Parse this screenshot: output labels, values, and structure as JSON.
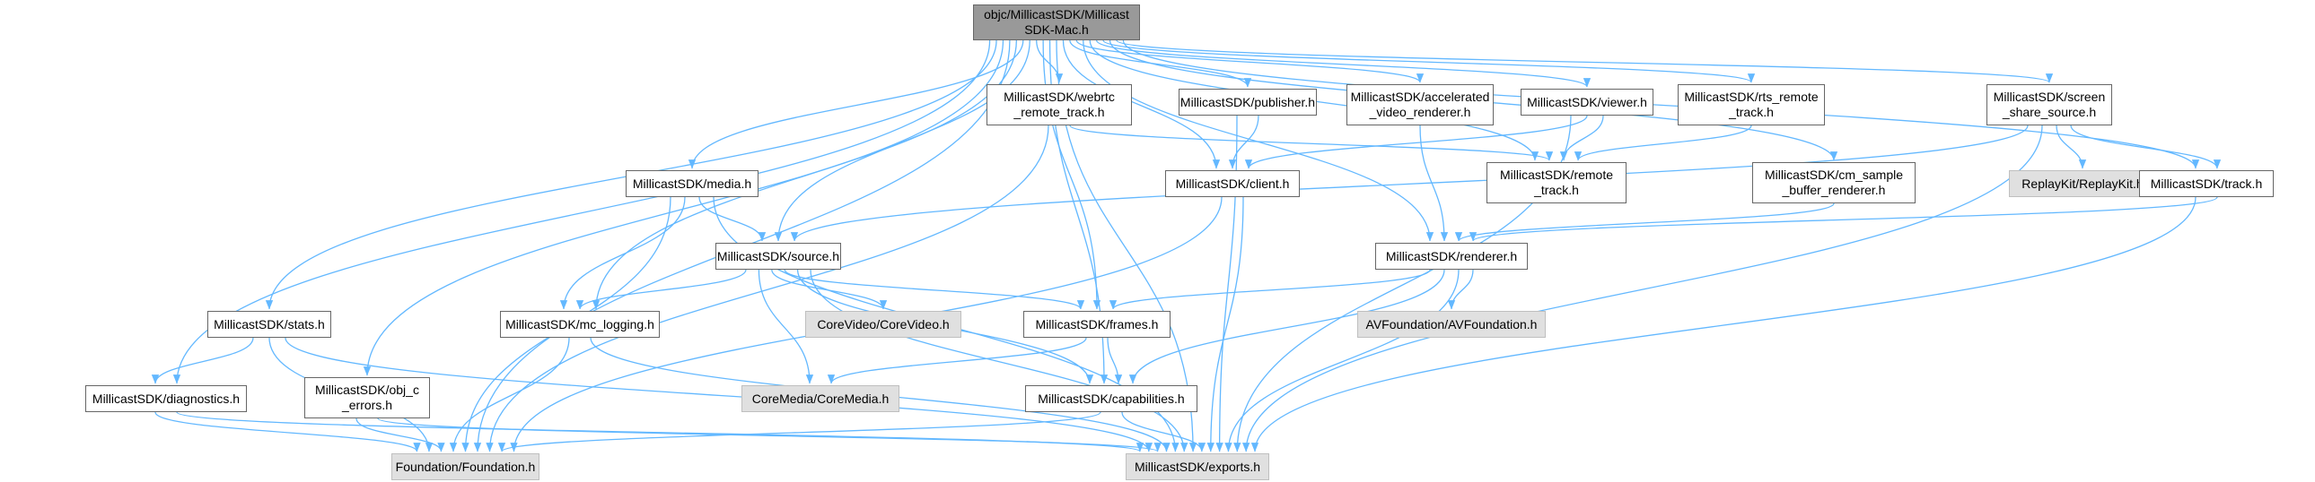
{
  "diagram": {
    "type": "include-dependency-graph",
    "edge_color": "#63b8ff",
    "colors": {
      "root_fill": "#999999",
      "ext_fill": "#e0e0e0",
      "node_border": "#666666"
    },
    "nodes": [
      {
        "id": "root",
        "label": "objc/MillicastSDK/Millicast\nSDK-Mac.h",
        "style": "root"
      },
      {
        "id": "webrtc",
        "label": "MillicastSDK/webrtc\n_remote_track.h",
        "style": "normal"
      },
      {
        "id": "publisher",
        "label": "MillicastSDK/publisher.h",
        "style": "normal"
      },
      {
        "id": "accel",
        "label": "MillicastSDK/accelerated\n_video_renderer.h",
        "style": "normal"
      },
      {
        "id": "viewer",
        "label": "MillicastSDK/viewer.h",
        "style": "normal"
      },
      {
        "id": "rts",
        "label": "MillicastSDK/rts_remote\n_track.h",
        "style": "normal"
      },
      {
        "id": "screen",
        "label": "MillicastSDK/screen\n_share_source.h",
        "style": "normal"
      },
      {
        "id": "media",
        "label": "MillicastSDK/media.h",
        "style": "normal"
      },
      {
        "id": "client",
        "label": "MillicastSDK/client.h",
        "style": "normal"
      },
      {
        "id": "remote",
        "label": "MillicastSDK/remote\n_track.h",
        "style": "normal"
      },
      {
        "id": "cmsample",
        "label": "MillicastSDK/cm_sample\n_buffer_renderer.h",
        "style": "normal"
      },
      {
        "id": "replaykit",
        "label": "ReplayKit/ReplayKit.h",
        "style": "ext"
      },
      {
        "id": "track",
        "label": "MillicastSDK/track.h",
        "style": "normal"
      },
      {
        "id": "source",
        "label": "MillicastSDK/source.h",
        "style": "normal"
      },
      {
        "id": "renderer",
        "label": "MillicastSDK/renderer.h",
        "style": "normal"
      },
      {
        "id": "stats",
        "label": "MillicastSDK/stats.h",
        "style": "normal"
      },
      {
        "id": "mclog",
        "label": "MillicastSDK/mc_logging.h",
        "style": "normal"
      },
      {
        "id": "corevideo",
        "label": "CoreVideo/CoreVideo.h",
        "style": "ext"
      },
      {
        "id": "frames",
        "label": "MillicastSDK/frames.h",
        "style": "normal"
      },
      {
        "id": "avf",
        "label": "AVFoundation/AVFoundation.h",
        "style": "ext"
      },
      {
        "id": "diagnostics",
        "label": "MillicastSDK/diagnostics.h",
        "style": "normal"
      },
      {
        "id": "objc_errors",
        "label": "MillicastSDK/obj_c\n_errors.h",
        "style": "normal"
      },
      {
        "id": "coremedia",
        "label": "CoreMedia/CoreMedia.h",
        "style": "ext"
      },
      {
        "id": "capabilities",
        "label": "MillicastSDK/capabilities.h",
        "style": "normal"
      },
      {
        "id": "foundation",
        "label": "Foundation/Foundation.h",
        "style": "ext"
      },
      {
        "id": "exports",
        "label": "MillicastSDK/exports.h",
        "style": "ext"
      }
    ],
    "edges": [
      [
        "root",
        "webrtc"
      ],
      [
        "root",
        "publisher"
      ],
      [
        "root",
        "accel"
      ],
      [
        "root",
        "viewer"
      ],
      [
        "root",
        "rts"
      ],
      [
        "root",
        "screen"
      ],
      [
        "root",
        "media"
      ],
      [
        "root",
        "client"
      ],
      [
        "root",
        "remote"
      ],
      [
        "root",
        "cmsample"
      ],
      [
        "root",
        "track"
      ],
      [
        "root",
        "source"
      ],
      [
        "root",
        "renderer"
      ],
      [
        "root",
        "stats"
      ],
      [
        "root",
        "mclog"
      ],
      [
        "root",
        "frames"
      ],
      [
        "root",
        "diagnostics"
      ],
      [
        "root",
        "objc_errors"
      ],
      [
        "root",
        "capabilities"
      ],
      [
        "root",
        "foundation"
      ],
      [
        "root",
        "exports"
      ],
      [
        "webrtc",
        "remote"
      ],
      [
        "webrtc",
        "foundation"
      ],
      [
        "publisher",
        "client"
      ],
      [
        "publisher",
        "exports"
      ],
      [
        "accel",
        "renderer"
      ],
      [
        "viewer",
        "client"
      ],
      [
        "viewer",
        "remote"
      ],
      [
        "viewer",
        "exports"
      ],
      [
        "rts",
        "remote"
      ],
      [
        "screen",
        "replaykit"
      ],
      [
        "screen",
        "track"
      ],
      [
        "screen",
        "source"
      ],
      [
        "screen",
        "exports"
      ],
      [
        "media",
        "source"
      ],
      [
        "media",
        "mclog"
      ],
      [
        "media",
        "foundation"
      ],
      [
        "media",
        "exports"
      ],
      [
        "client",
        "foundation"
      ],
      [
        "client",
        "exports"
      ],
      [
        "cmsample",
        "renderer"
      ],
      [
        "track",
        "renderer"
      ],
      [
        "track",
        "exports"
      ],
      [
        "source",
        "mclog"
      ],
      [
        "source",
        "corevideo"
      ],
      [
        "source",
        "frames"
      ],
      [
        "source",
        "coremedia"
      ],
      [
        "source",
        "capabilities"
      ],
      [
        "source",
        "exports"
      ],
      [
        "renderer",
        "frames"
      ],
      [
        "renderer",
        "avf"
      ],
      [
        "renderer",
        "capabilities"
      ],
      [
        "renderer",
        "exports"
      ],
      [
        "stats",
        "diagnostics"
      ],
      [
        "stats",
        "foundation"
      ],
      [
        "stats",
        "exports"
      ],
      [
        "mclog",
        "foundation"
      ],
      [
        "mclog",
        "exports"
      ],
      [
        "frames",
        "coremedia"
      ],
      [
        "frames",
        "capabilities"
      ],
      [
        "diagnostics",
        "foundation"
      ],
      [
        "diagnostics",
        "exports"
      ],
      [
        "objc_errors",
        "foundation"
      ],
      [
        "objc_errors",
        "exports"
      ],
      [
        "capabilities",
        "foundation"
      ],
      [
        "capabilities",
        "exports"
      ]
    ]
  }
}
